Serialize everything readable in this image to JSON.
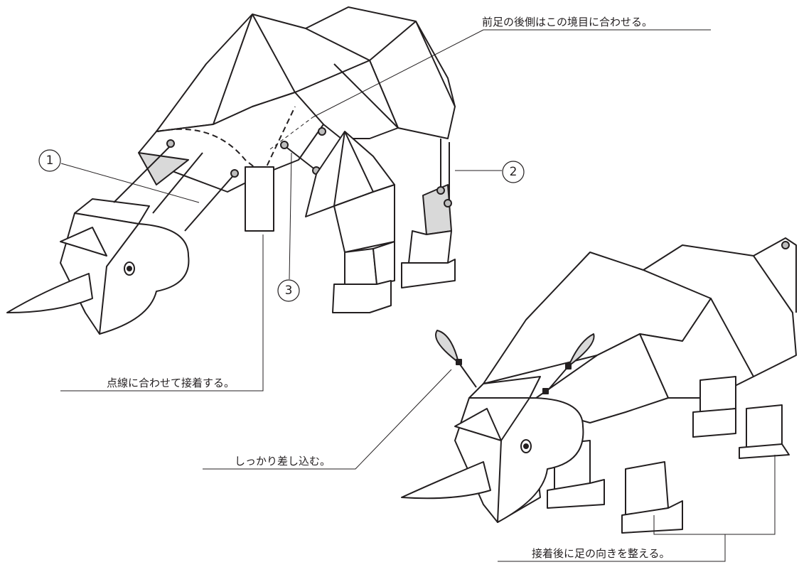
{
  "callouts": {
    "front_leg_align": "前足の後側はこの境目に合わせる。",
    "dotted_glue": "点線に合わせて接着する。",
    "insert_firmly": "しっかり差し込む。",
    "adjust_feet": "接着後に足の向きを整える。"
  },
  "step_markers": [
    "1",
    "2",
    "3"
  ],
  "colors": {
    "line": "#231f20",
    "fill_gray": "#d9d9d9",
    "bg": "#ffffff"
  }
}
